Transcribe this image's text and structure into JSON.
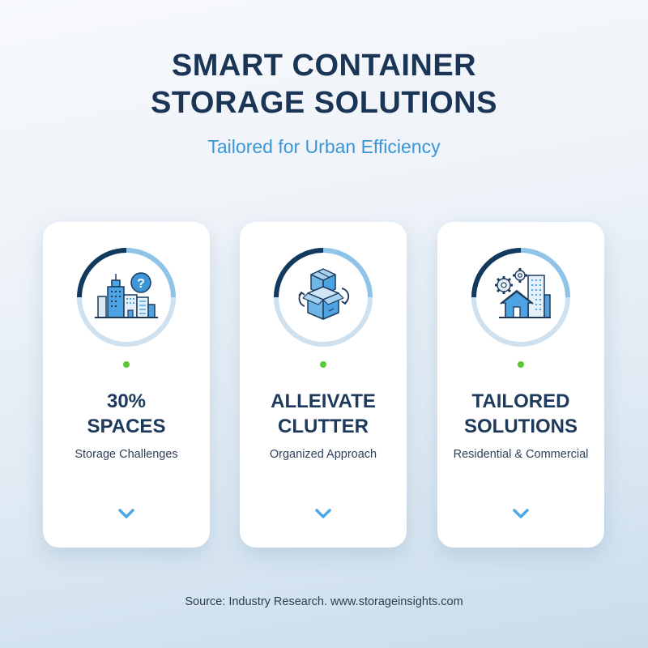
{
  "header": {
    "title_line1": "SMART CONTAINER",
    "title_line2": "STORAGE SOLUTIONS",
    "subtitle": "Tailored for Urban Efficiency"
  },
  "colors": {
    "title": "#1a3556",
    "subtitle": "#3b95d6",
    "ring_dark": "#123a5e",
    "ring_medium": "#8fc3e8",
    "ring_light": "#cfe1ef",
    "status_dot": "#5bc83a",
    "chevron": "#4aa8e6",
    "icon_fill": "#4ea3e2",
    "icon_stroke": "#1d3a5c"
  },
  "cards": [
    {
      "icon": "city-buildings-question-icon",
      "headline_line1": "30%",
      "headline_line2": "SPACES",
      "caption": "Storage Challenges"
    },
    {
      "icon": "stacked-boxes-rotate-icon",
      "headline_line1": "ALLEIVATE",
      "headline_line2": "CLUTTER",
      "caption": "Organized Approach"
    },
    {
      "icon": "house-building-gears-icon",
      "headline_line1": "TAILORED",
      "headline_line2": "SOLUTIONS",
      "caption": "Residential & Commercial"
    }
  ],
  "footer": {
    "source": "Source: Industry Research. www.storageinsights.com"
  }
}
